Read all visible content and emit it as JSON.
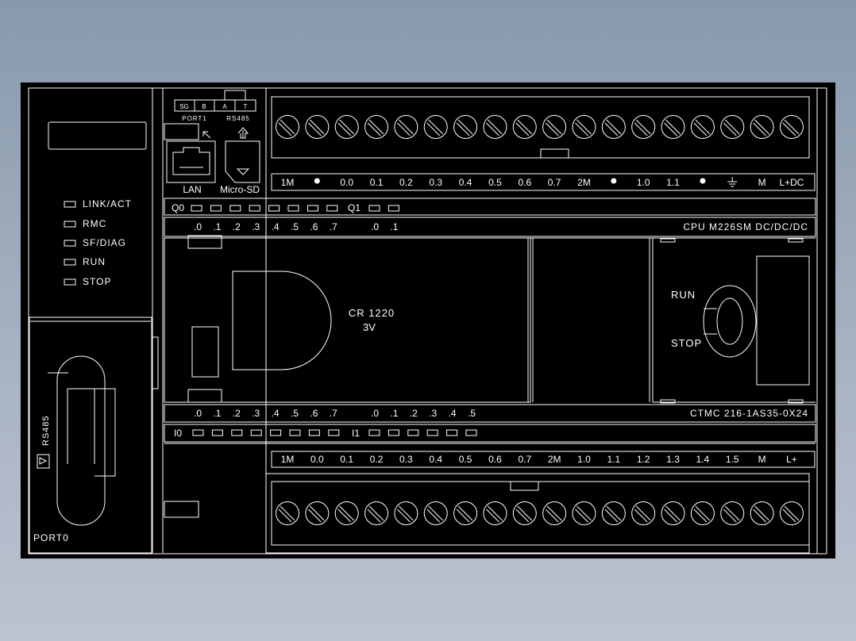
{
  "ports": {
    "port1_pins": [
      "SG",
      "B",
      "A",
      "T"
    ],
    "port1_label": "PORT1",
    "rs485_label": "RS485",
    "lan_label": "LAN",
    "sd_label": "Micro-SD",
    "port0_rs485": "RS485",
    "port0_label": "PORT0"
  },
  "status_leds": [
    "LINK/ACT",
    "RMC",
    "SF/DIAG",
    "RUN",
    "STOP"
  ],
  "output_terminals": [
    "1M",
    "•",
    "0.0",
    "0.1",
    "0.2",
    "0.3",
    "0.4",
    "0.5",
    "0.6",
    "0.7",
    "2M",
    "•",
    "1.0",
    "1.1",
    "•",
    "⏚",
    "M",
    "L+DC"
  ],
  "output_led_groups": {
    "q0": "Q0",
    "q1": "Q1"
  },
  "output_bits_q0": [
    ".0",
    ".1",
    ".2",
    ".3",
    ".4",
    ".5",
    ".6",
    ".7"
  ],
  "output_bits_q1": [
    ".0",
    ".1"
  ],
  "cpu_model": "CPU M226SM DC/DC/DC",
  "battery_label": "CR 1220",
  "battery_voltage": "3V",
  "switch": {
    "run": "RUN",
    "stop": "STOP"
  },
  "input_bits_i0": [
    ".0",
    ".1",
    ".2",
    ".3",
    ".4",
    ".5",
    ".6",
    ".7"
  ],
  "input_bits_i1": [
    ".0",
    ".1",
    ".2",
    ".3",
    ".4",
    ".5"
  ],
  "order_number": "CTMC 216-1AS35-0X24",
  "input_led_groups": {
    "i0": "I0",
    "i1": "I1"
  },
  "input_terminals": [
    "1M",
    "0.0",
    "0.1",
    "0.2",
    "0.3",
    "0.4",
    "0.5",
    "0.6",
    "0.7",
    "2M",
    "1.0",
    "1.1",
    "1.2",
    "1.3",
    "1.4",
    "1.5",
    "M",
    "L+"
  ],
  "colors": {
    "background_top": "#8899ab",
    "background_bottom": "#bcc3d0",
    "panel": "#000000",
    "lines": "#ffffff"
  }
}
